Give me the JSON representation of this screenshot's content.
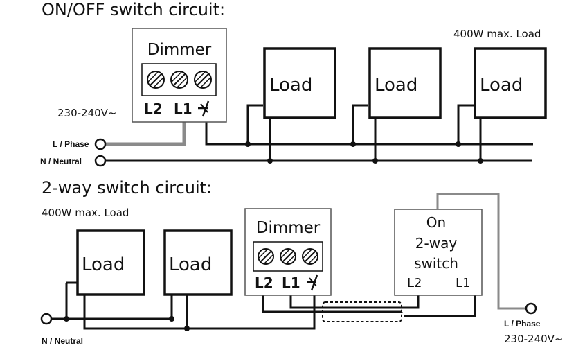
{
  "top": {
    "title": "ON/OFF switch circuit:",
    "max_load": "400W max. Load",
    "voltage": "230-240V~",
    "phase_label": "L / Phase",
    "neutral_label": "N / Neutral",
    "dimmer": {
      "title": "Dimmer",
      "term_l2": "L2",
      "term_l1": "L1"
    },
    "loads": [
      "Load",
      "Load",
      "Load"
    ]
  },
  "bottom": {
    "title": "2-way switch circuit:",
    "max_load": "400W max. Load",
    "voltage": "230-240V~",
    "phase_label": "L / Phase",
    "neutral_label": "N / Neutral",
    "dimmer": {
      "title": "Dimmer",
      "term_l2": "L2",
      "term_l1": "L1"
    },
    "switch": {
      "line1": "On",
      "line2": "2-way",
      "line3": "switch",
      "term_l2": "L2",
      "term_l1": "L1"
    },
    "loads": [
      "Load",
      "Load"
    ]
  }
}
